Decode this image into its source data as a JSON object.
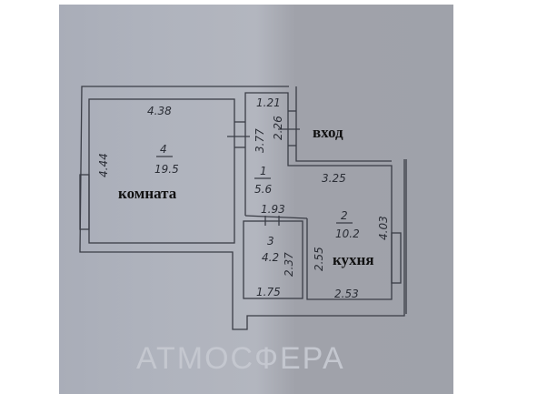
{
  "plan": {
    "watermark": "АТМОСФЕРА",
    "rooms": [
      {
        "number": "1",
        "area": "5.6"
      },
      {
        "number": "2",
        "area": "10.2",
        "label": "кухня"
      },
      {
        "number": "3",
        "area": "4.2"
      },
      {
        "number": "4",
        "area": "19.5",
        "label": "комната"
      }
    ],
    "entrance_label": "вход",
    "dimensions": {
      "room4_width": "4.38",
      "room4_height": "4.44",
      "corridor_top": "1.21",
      "corridor_entry": "2.26",
      "corridor_side": "3.77",
      "corridor_bottom": "1.93",
      "kitchen_top": "3.25",
      "kitchen_right": "4.03",
      "kitchen_left": "2.55",
      "kitchen_bottom": "2.53",
      "bath_height": "2.37",
      "bath_bottom": "1.75"
    }
  }
}
